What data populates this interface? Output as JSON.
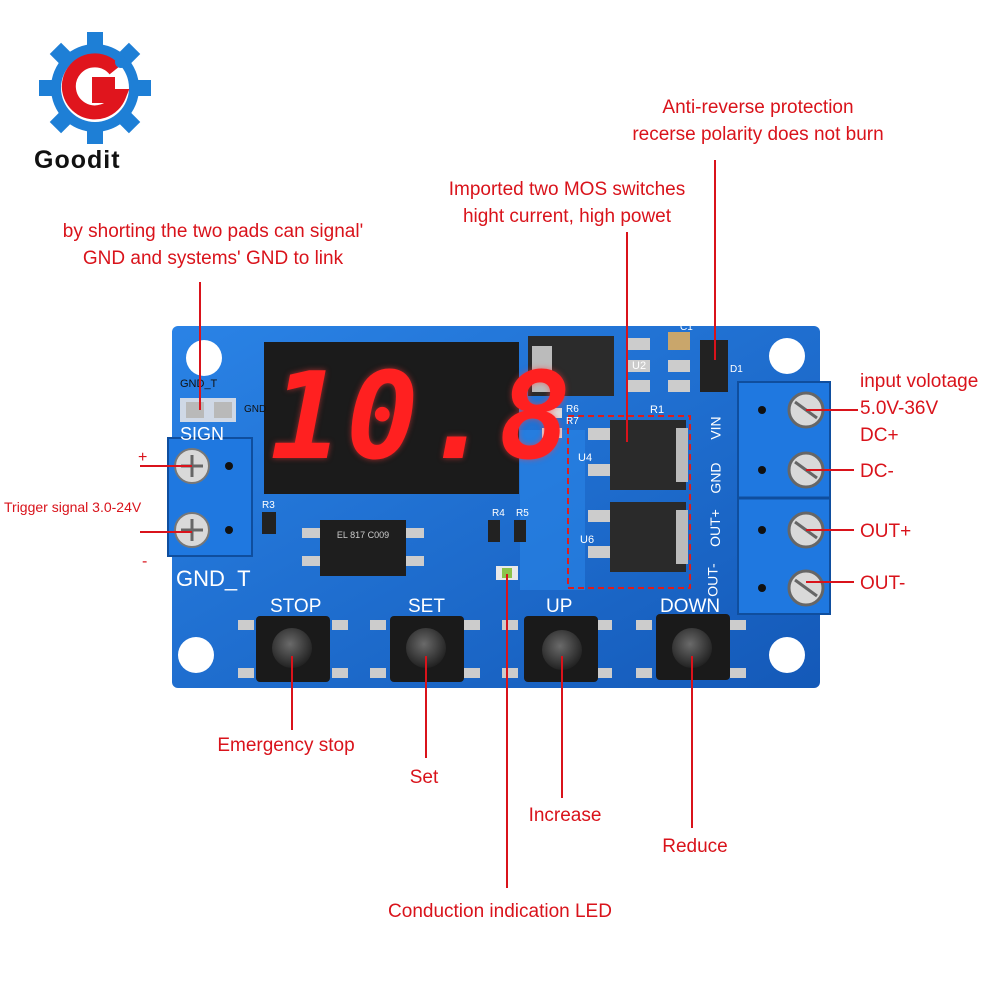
{
  "brand": {
    "name": "Goodit"
  },
  "colors": {
    "annotation": "#d9131b",
    "pcb": "#1d6fd3",
    "terminal": "#1f78e0",
    "segment": "#ff2020"
  },
  "display": {
    "digits": "10.8"
  },
  "annotations": {
    "shorting_line1": "by shorting the two pads can signal'",
    "shorting_line2": "GND and systems' GND to link",
    "mos_line1": "Imported two MOS switches",
    "mos_line2": "hight current, high powet",
    "anti_line1": "Anti-reverse protection",
    "anti_line2": "recerse polarity does not burn",
    "input_line1": "input volotage",
    "input_line2": "5.0V-36V",
    "dc_plus": "DC+",
    "dc_minus": "DC-",
    "out_plus": "OUT+",
    "out_minus": "OUT-",
    "trigger": "Trigger signal 3.0-24V",
    "plus": "+",
    "minus": "-",
    "emergency": "Emergency stop",
    "set": "Set",
    "increase": "Increase",
    "reduce": "Reduce",
    "led": "Conduction indication LED"
  },
  "silkscreen": {
    "stop": "STOP",
    "set": "SET",
    "up": "UP",
    "down": "DOWN",
    "gnd_t": "GND_T",
    "sign": "SIGN",
    "gnd_t_small": "GND_T",
    "gnd_small": "GND",
    "vin": "VIN",
    "gnd": "GND",
    "out_plus": "OUT+",
    "out_minus": "OUT-",
    "u2": "U2",
    "u4": "U4",
    "u6": "U6",
    "r1": "R1",
    "r3": "R3",
    "r4": "R4",
    "r5": "R5",
    "r6": "R6",
    "r7": "R7",
    "c1": "C1",
    "d1": "D1",
    "opto": "EL 817 C009"
  }
}
